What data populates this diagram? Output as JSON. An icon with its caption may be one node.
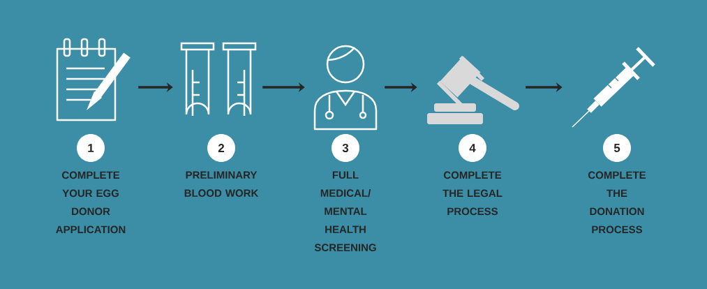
{
  "diagram": {
    "nodes": [
      {
        "text": [],
        "shape": "picture"
      },
      {
        "text": [],
        "shape": "picture"
      },
      {
        "text": [],
        "shape": "picture"
      },
      {
        "text": [],
        "shape": "picture"
      },
      {
        "text": [],
        "shape": "picture"
      },
      {
        "text": [
          "1"
        ],
        "beside": [
          "COMPLETE YOUR EGG DONOR APPLICATION"
        ]
      },
      {
        "text": [
          "2"
        ],
        "beside": [
          "PRELIMINARY BLOOD WORK"
        ]
      },
      {
        "text": [
          "3"
        ],
        "beside": [
          "FULL MEDICAL/ MENTAL HEALTH SCREENING"
        ]
      },
      {
        "text": [
          "4"
        ],
        "beside": [
          "COMPLETE THE LEGAL PROCESS"
        ]
      },
      {
        "text": [
          "5"
        ],
        "beside": [
          "COMPLETE THE DONATION PROCESS"
        ]
      }
    ],
    "edges": [
      {
        "from": 0,
        "to": 1,
        "arrow": "to"
      },
      {
        "from": 1,
        "to": 2,
        "arrow": "to"
      },
      {
        "from": 2,
        "to": 3,
        "arrow": "to"
      },
      {
        "from": 3,
        "to": 4,
        "arrow": "to"
      }
    ]
  }
}
